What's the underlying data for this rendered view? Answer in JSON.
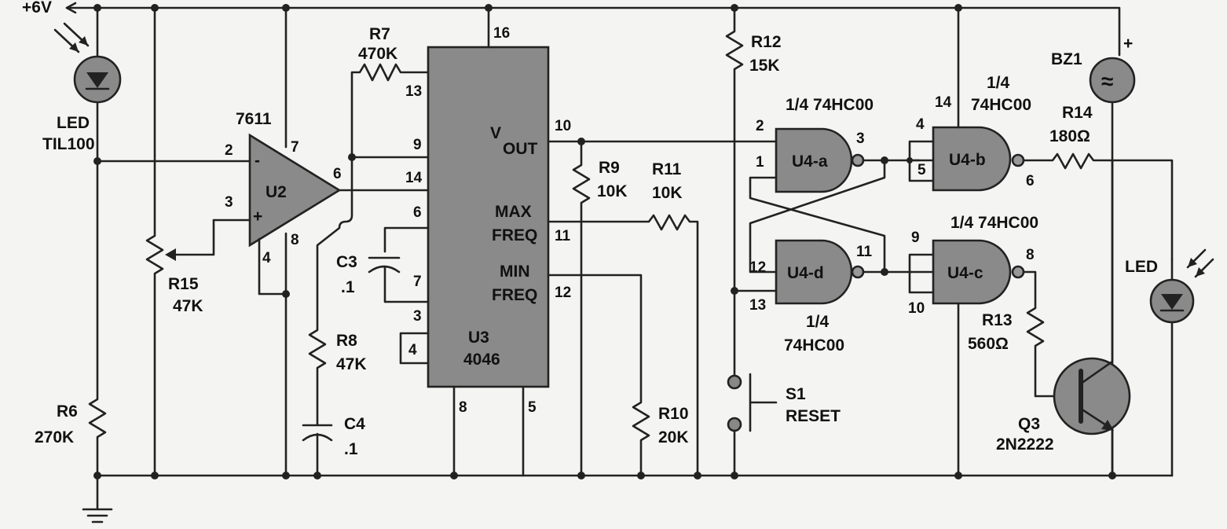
{
  "supply": {
    "label": "+6V"
  },
  "u2": {
    "part": "7611",
    "name": "U2",
    "pins": {
      "inv": "2",
      "noninv": "3",
      "out": "6",
      "vplus": "7",
      "vminus": "4",
      "set": "8"
    },
    "inv_sign": "-",
    "noninv_sign": "+"
  },
  "u3": {
    "name": "U3",
    "part": "4046",
    "pins": {
      "p16": "16",
      "p13": "13",
      "p9": "9",
      "p14": "14",
      "p6": "6",
      "p7": "7",
      "p3": "3",
      "p4": "4",
      "p8": "8",
      "p5": "5",
      "p10": "10",
      "p11": "11",
      "p12": "12"
    },
    "vout_v": "V",
    "vout_sub": "OUT",
    "max": "MAX",
    "min": "MIN",
    "freq": "FREQ"
  },
  "u4": {
    "a": {
      "name": "U4-a",
      "title": "1/4 74HC00",
      "pins": [
        "2",
        "1",
        "3"
      ]
    },
    "b": {
      "name": "U4-b",
      "title1": "1/4",
      "title2": "74HC00",
      "pins": [
        "4",
        "5",
        "6",
        "14"
      ]
    },
    "c": {
      "name": "U4-c",
      "title": "1/4 74HC00",
      "pins": [
        "9",
        "10",
        "8"
      ]
    },
    "d": {
      "name": "U4-d",
      "title1": "1/4",
      "title2": "74HC00",
      "pins": [
        "12",
        "13",
        "11"
      ]
    }
  },
  "led_in": {
    "line1": "LED",
    "line2": "TIL100"
  },
  "led_out": {
    "label": "LED"
  },
  "r6": {
    "name": "R6",
    "value": "270K"
  },
  "r7": {
    "name": "R7",
    "value": "470K"
  },
  "r8": {
    "name": "R8",
    "value": "47K"
  },
  "r9": {
    "name": "R9",
    "value": "10K"
  },
  "r10": {
    "name": "R10",
    "value": "20K"
  },
  "r11": {
    "name": "R11",
    "value": "10K"
  },
  "r12": {
    "name": "R12",
    "value": "15K"
  },
  "r13": {
    "name": "R13",
    "value": "560Ω"
  },
  "r14": {
    "name": "R14",
    "value": "180Ω"
  },
  "r15": {
    "name": "R15",
    "value": "47K"
  },
  "c3": {
    "name": "C3",
    "value": ".1"
  },
  "c4": {
    "name": "C4",
    "value": ".1"
  },
  "s1": {
    "name": "S1",
    "label": "RESET"
  },
  "q3": {
    "name": "Q3",
    "part": "2N2222"
  },
  "bz1": {
    "name": "BZ1",
    "plus": "+",
    "symbol": "≈"
  }
}
